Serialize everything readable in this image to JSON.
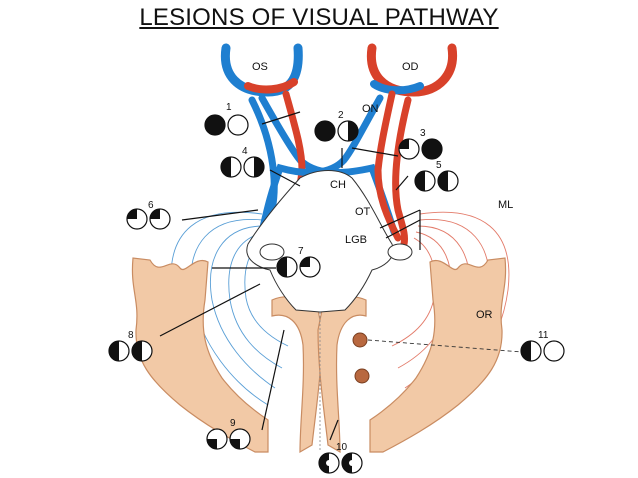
{
  "title": "LESIONS OF VISUAL PATHWAY",
  "labels": {
    "os": "OS",
    "od": "OD",
    "on": "ON",
    "ch": "CH",
    "ot": "OT",
    "lgb": "LGB",
    "ml": "ML",
    "or": "OR"
  },
  "lesions": [
    "1",
    "2",
    "3",
    "4",
    "5",
    "6",
    "7",
    "8",
    "9",
    "10",
    "11"
  ],
  "colors": {
    "nasal_fibers": "#1f7fd0",
    "temporal_fibers": "#d8412a",
    "cortex": "#f2c9a6",
    "cortex_edge": "#c98c62",
    "field_defect": "#111111",
    "lesion_dot": "#b8683f"
  }
}
